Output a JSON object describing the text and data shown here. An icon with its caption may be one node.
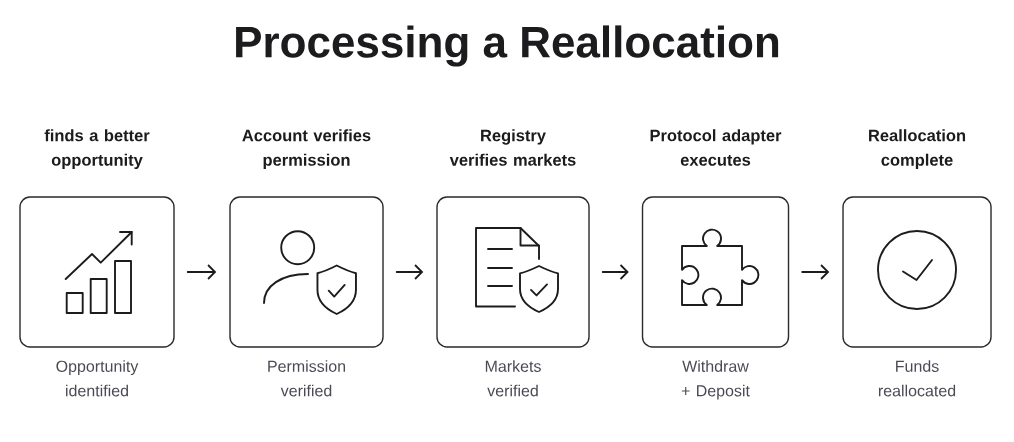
{
  "diagram": {
    "title": "Processing a Reallocation",
    "nodes": [
      {
        "text": [
          "finds a better opportunity"
        ],
        "beside": [
          "Opportunity identified"
        ]
      },
      {
        "text": [
          "Account verifies permission"
        ],
        "beside": [
          "Permission verified"
        ]
      },
      {
        "text": [
          "Registry verifies markets"
        ],
        "beside": [
          "Markets verified"
        ]
      },
      {
        "text": [
          "Protocol adapter executes"
        ],
        "beside": [
          "Withdraw + Deposit"
        ]
      },
      {
        "text": [
          "Reallocation complete"
        ],
        "beside": [
          "Funds reallocated"
        ]
      }
    ],
    "edges": [
      {
        "from": 0,
        "to": 1,
        "arrow": "to"
      },
      {
        "from": 1,
        "to": 2,
        "arrow": "to"
      },
      {
        "from": 2,
        "to": 3,
        "arrow": "to"
      },
      {
        "from": 3,
        "to": 4,
        "arrow": "to"
      }
    ]
  }
}
